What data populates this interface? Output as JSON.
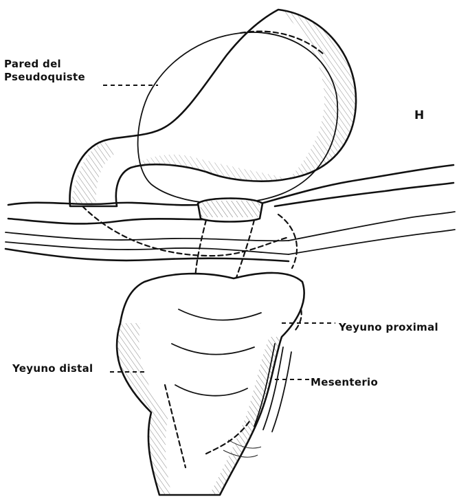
{
  "labels": {
    "pared_line1": "Pared del",
    "pared_line2": "Pseudoquiste",
    "h": "H",
    "yeyuno_proximal": "Yeyuno proximal",
    "yeyuno_distal": "Yeyuno distal",
    "mesenterio": "Mesenterio"
  }
}
